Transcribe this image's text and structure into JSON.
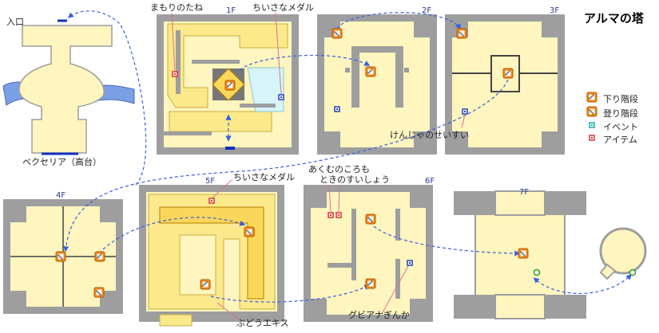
{
  "title": "アルマの塔",
  "locations": {
    "entrance": "入口",
    "bekuseria": "ベクセリア（高台）",
    "mamori": "まもりのたね",
    "medal1": "ちいさなメダル",
    "kenja": "けんじゃのせいすい",
    "medal5": "ちいさなメダル",
    "budou": "ぶどうエキス",
    "akumu": "あくむのころも",
    "tokino": "ときのすいしょう",
    "gubiana": "グビアナぎんか"
  },
  "floors": {
    "f1": "1F",
    "f2": "2F",
    "f3": "3F",
    "f4": "4F",
    "f5": "5F",
    "f6": "6F",
    "f7": "7F"
  },
  "legend": {
    "down": "下り階段",
    "up": "登り階段",
    "event": "イベント",
    "item": "アイテム"
  },
  "colors": {
    "wall": "#9e9e9e",
    "floor": "#fff5be",
    "floor_highlight": "#fbe98c",
    "floor_bright": "#fad75a",
    "water": "#7b9fe6",
    "ice": "#d6f4fa",
    "route": "#3a5fe0",
    "stairs": "#f08a1c",
    "event": "#1aa7a7",
    "item": "#e03030"
  }
}
